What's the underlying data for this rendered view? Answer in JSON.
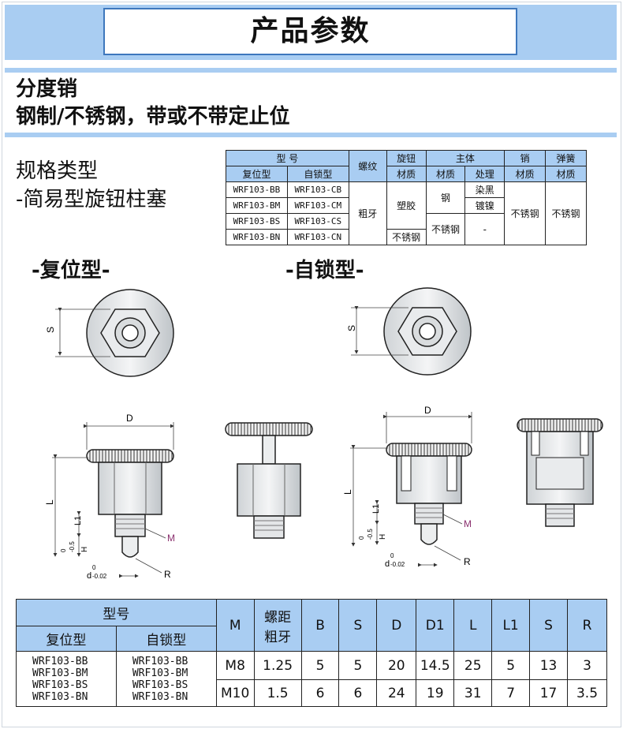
{
  "title": "产品参数",
  "subtitle1": "分度销",
  "subtitle2": "钢制/不锈钢，带或不带定止位",
  "spec_label": "规格类型",
  "spec_type": "-简易型旋钮柱塞",
  "type_reset": "-复位型-",
  "type_lock": "-自锁型-",
  "t1": {
    "model": "型 号",
    "reset": "复位型",
    "lock": "自锁型",
    "thread": "螺纹",
    "knob": "旋钮",
    "body": "主体",
    "pin": "销",
    "spring": "弹簧",
    "material": "材质",
    "treatment": "处理",
    "rows": [
      [
        "WRF103-BB",
        "WRF103-CB"
      ],
      [
        "WRF103-BM",
        "WRF103-CM"
      ],
      [
        "WRF103-BS",
        "WRF103-CS"
      ],
      [
        "WRF103-BN",
        "WRF103-CN"
      ]
    ],
    "coarse": "粗牙",
    "plastic": "塑胶",
    "steel": "钢",
    "black": "染黑",
    "nickel": "镀镍",
    "ss": "不锈钢",
    "dash": "-"
  },
  "dims": {
    "S": "S",
    "D": "D",
    "L": "L",
    "L1": "L1",
    "M": "M",
    "H": "H",
    "H_tol": "-0.5",
    "H_tol0": "0",
    "d": "d",
    "d_tol": "-0.02",
    "d_tol0": "0",
    "R": "R"
  },
  "t2": {
    "model": "型号",
    "reset": "复位型",
    "lock": "自锁型",
    "cols": [
      "M",
      "B",
      "S",
      "D",
      "D1",
      "L",
      "L1",
      "S",
      "R"
    ],
    "pitch1": "螺距",
    "pitch2": "粗牙",
    "reset_models": [
      "WRF103-BB",
      "WRF103-BM",
      "WRF103-BS",
      "WRF103-BN"
    ],
    "lock_models": [
      "WRF103-BB",
      "WRF103-BM",
      "WRF103-BS",
      "WRF103-BN"
    ],
    "rows": [
      [
        "M8",
        "1.25",
        "5",
        "5",
        "20",
        "14.5",
        "25",
        "5",
        "13",
        "3"
      ],
      [
        "M10",
        "1.5",
        "6",
        "6",
        "24",
        "19",
        "31",
        "7",
        "17",
        "3.5"
      ]
    ]
  }
}
